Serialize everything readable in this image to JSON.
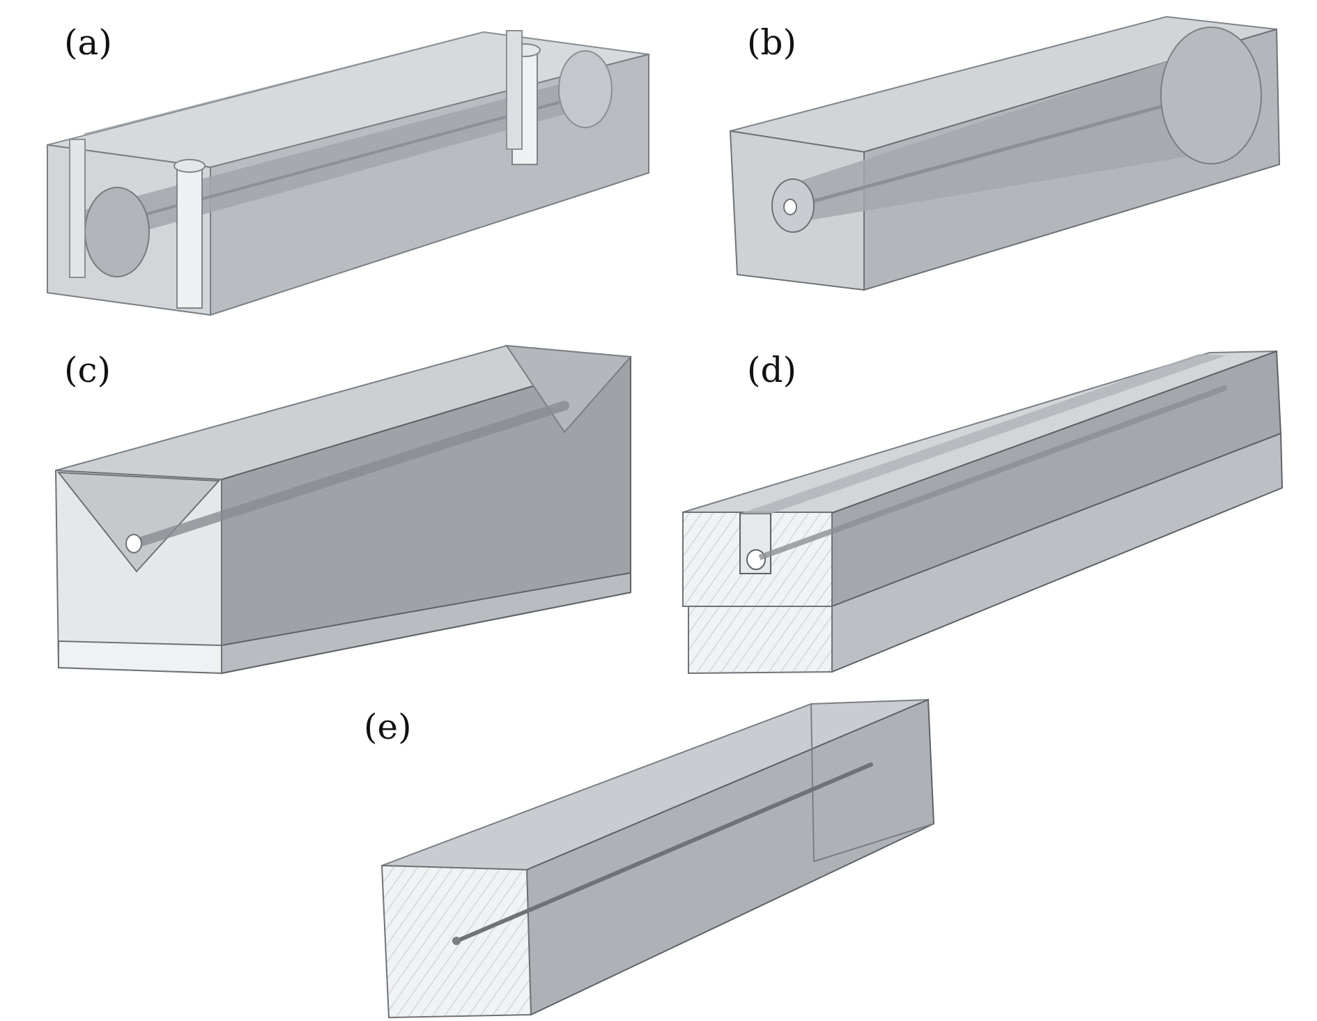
{
  "figure": {
    "panels": [
      {
        "id": "a",
        "label": "(a)"
      },
      {
        "id": "b",
        "label": "(b)"
      },
      {
        "id": "c",
        "label": "(c)"
      },
      {
        "id": "d",
        "label": "(d)"
      },
      {
        "id": "e",
        "label": "(e)"
      }
    ]
  },
  "colors": {
    "background": "#ffffff",
    "box_face_light": "#d8dbde",
    "box_face_mid": "#b4b8bc",
    "box_face_dark": "#989ca0",
    "core_dark": "#7c8085",
    "edge": "#6f747a",
    "label_text": "#111111"
  }
}
